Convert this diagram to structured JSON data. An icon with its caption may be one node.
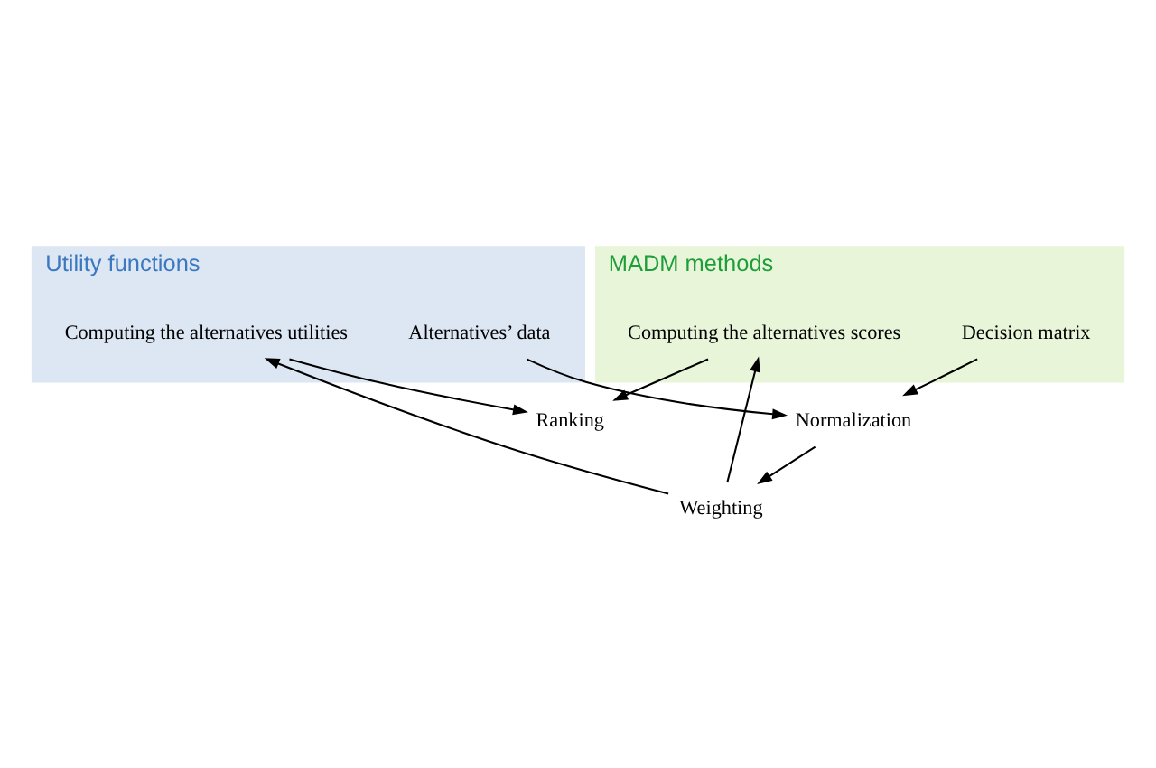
{
  "diagram": {
    "nodes": [
      {
        "text": [
          "MADM methods"
        ]
      },
      {
        "text": [
          "Utility functions"
        ]
      },
      {
        "text": [
          "Decision matrix"
        ],
        "in": 0
      },
      {
        "text": [
          "Alternatives’ data"
        ],
        "in": 1
      },
      {
        "text": [
          "Normalization"
        ]
      },
      {
        "text": [
          "Weighting"
        ]
      },
      {
        "text": [
          "Computing the alternatives scores"
        ],
        "in": 0
      },
      {
        "text": [
          "Computing the alternatives utilities"
        ],
        "in": 1
      },
      {
        "text": [
          "Ranking"
        ]
      }
    ],
    "edges": [
      {
        "from": 2,
        "to": 4,
        "arrow": "to"
      },
      {
        "from": 3,
        "to": 4,
        "arrow": "to"
      },
      {
        "from": 4,
        "to": 5,
        "arrow": "to"
      },
      {
        "from": 5,
        "to": 6,
        "arrow": "to"
      },
      {
        "from": 5,
        "to": 7,
        "arrow": "to"
      },
      {
        "from": 6,
        "to": 8,
        "arrow": "to"
      },
      {
        "from": 7,
        "to": 8,
        "arrow": "to"
      }
    ]
  }
}
